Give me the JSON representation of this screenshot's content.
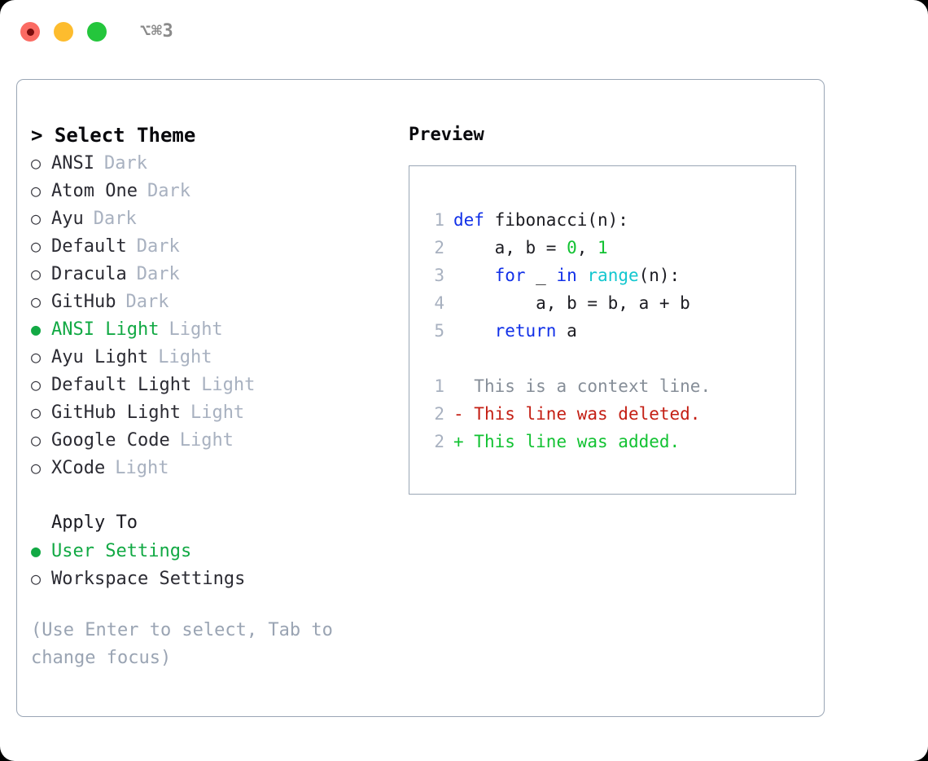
{
  "titlebar": {
    "lights": [
      {
        "name": "close",
        "color": "#fb6b63"
      },
      {
        "name": "minimize",
        "color": "#fdbc2e"
      },
      {
        "name": "zoom",
        "color": "#24c63c"
      }
    ],
    "shortcut": "⌥⌘3"
  },
  "theme_picker": {
    "heading": "> Select Theme",
    "bullet_unselected": "○",
    "bullet_selected": "●",
    "items": [
      {
        "label": "ANSI",
        "tag": "Dark",
        "selected": false
      },
      {
        "label": "Atom One",
        "tag": "Dark",
        "selected": false
      },
      {
        "label": "Ayu",
        "tag": "Dark",
        "selected": false
      },
      {
        "label": "Default",
        "tag": "Dark",
        "selected": false
      },
      {
        "label": "Dracula",
        "tag": "Dark",
        "selected": false
      },
      {
        "label": "GitHub",
        "tag": "Dark",
        "selected": false
      },
      {
        "label": "ANSI Light",
        "tag": "Light",
        "selected": true
      },
      {
        "label": "Ayu Light",
        "tag": "Light",
        "selected": false
      },
      {
        "label": "Default Light",
        "tag": "Light",
        "selected": false
      },
      {
        "label": "GitHub Light",
        "tag": "Light",
        "selected": false
      },
      {
        "label": "Google Code",
        "tag": "Light",
        "selected": false
      },
      {
        "label": "XCode",
        "tag": "Light",
        "selected": false
      }
    ]
  },
  "apply_to": {
    "title": "Apply To",
    "items": [
      {
        "label": "User Settings",
        "selected": true
      },
      {
        "label": "Workspace Settings",
        "selected": false
      }
    ]
  },
  "hint": "(Use Enter to select, Tab to change focus)",
  "preview": {
    "title": "Preview",
    "code_lines": [
      {
        "no": "1",
        "tokens": [
          {
            "t": "def",
            "c": "kw"
          },
          {
            "t": " fibonacci(n):",
            "c": "plain"
          }
        ]
      },
      {
        "no": "2",
        "tokens": [
          {
            "t": "    a, b = ",
            "c": "plain"
          },
          {
            "t": "0",
            "c": "num"
          },
          {
            "t": ", ",
            "c": "plain"
          },
          {
            "t": "1",
            "c": "num"
          }
        ]
      },
      {
        "no": "3",
        "tokens": [
          {
            "t": "    ",
            "c": "plain"
          },
          {
            "t": "for",
            "c": "kw"
          },
          {
            "t": " _ ",
            "c": "plain"
          },
          {
            "t": "in",
            "c": "kw"
          },
          {
            "t": " ",
            "c": "plain"
          },
          {
            "t": "range",
            "c": "fn"
          },
          {
            "t": "(n):",
            "c": "plain"
          }
        ]
      },
      {
        "no": "4",
        "tokens": [
          {
            "t": "        a, b = b, a + b",
            "c": "plain"
          }
        ]
      },
      {
        "no": "5",
        "tokens": [
          {
            "t": "    ",
            "c": "plain"
          },
          {
            "t": "return",
            "c": "kw"
          },
          {
            "t": " a",
            "c": "plain"
          }
        ]
      }
    ],
    "diff_lines": [
      {
        "no": "1",
        "marker": "  ",
        "text": "This is a context line.",
        "kind": "ctx"
      },
      {
        "no": "2",
        "marker": "- ",
        "text": "This line was deleted.",
        "kind": "del"
      },
      {
        "no": "2",
        "marker": "+ ",
        "text": "This line was added.",
        "kind": "add"
      }
    ]
  },
  "colors": {
    "accent_green": "#12a944",
    "muted": "#a8b1c0",
    "border": "#9aa6b5",
    "keyword": "#1130e8",
    "function": "#13c7cf",
    "number": "#12c232",
    "diff_delete": "#c41f14",
    "diff_add": "#12c232"
  }
}
